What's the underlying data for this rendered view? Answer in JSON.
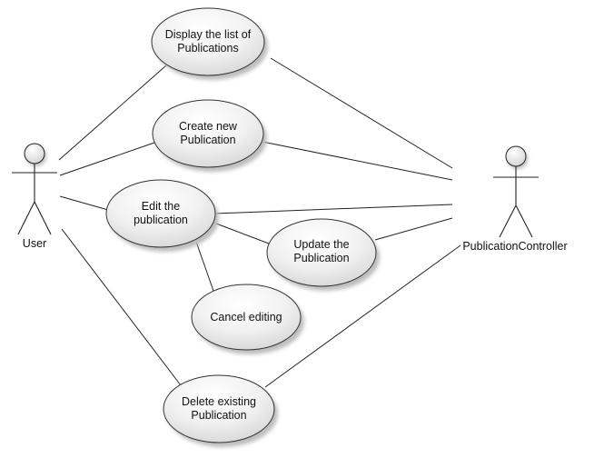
{
  "actors": [
    {
      "id": "user",
      "label": "User"
    },
    {
      "id": "controller",
      "label": "PublicationController"
    }
  ],
  "use_cases": [
    {
      "id": "display",
      "lines": [
        "Display the list of",
        "Publications"
      ]
    },
    {
      "id": "create",
      "lines": [
        "Create new",
        "Publication"
      ]
    },
    {
      "id": "edit",
      "lines": [
        "Edit the",
        "publication"
      ]
    },
    {
      "id": "update",
      "lines": [
        "Update the",
        "Publication"
      ]
    },
    {
      "id": "cancel",
      "lines": [
        "Cancel editing"
      ]
    },
    {
      "id": "delete",
      "lines": [
        "Delete existing",
        "Publication"
      ]
    }
  ],
  "associations": [
    [
      "user",
      "display"
    ],
    [
      "user",
      "create"
    ],
    [
      "user",
      "edit"
    ],
    [
      "user",
      "delete"
    ],
    [
      "controller",
      "display"
    ],
    [
      "controller",
      "create"
    ],
    [
      "controller",
      "edit"
    ],
    [
      "controller",
      "update"
    ],
    [
      "controller",
      "delete"
    ],
    [
      "edit",
      "update"
    ],
    [
      "edit",
      "cancel"
    ]
  ],
  "colors": {
    "line": "#222222",
    "ellipse_fill_light": "#ffffff",
    "ellipse_fill_dark": "#d9d9d9",
    "shadow": "#bdbdbd",
    "text": "#111111"
  }
}
